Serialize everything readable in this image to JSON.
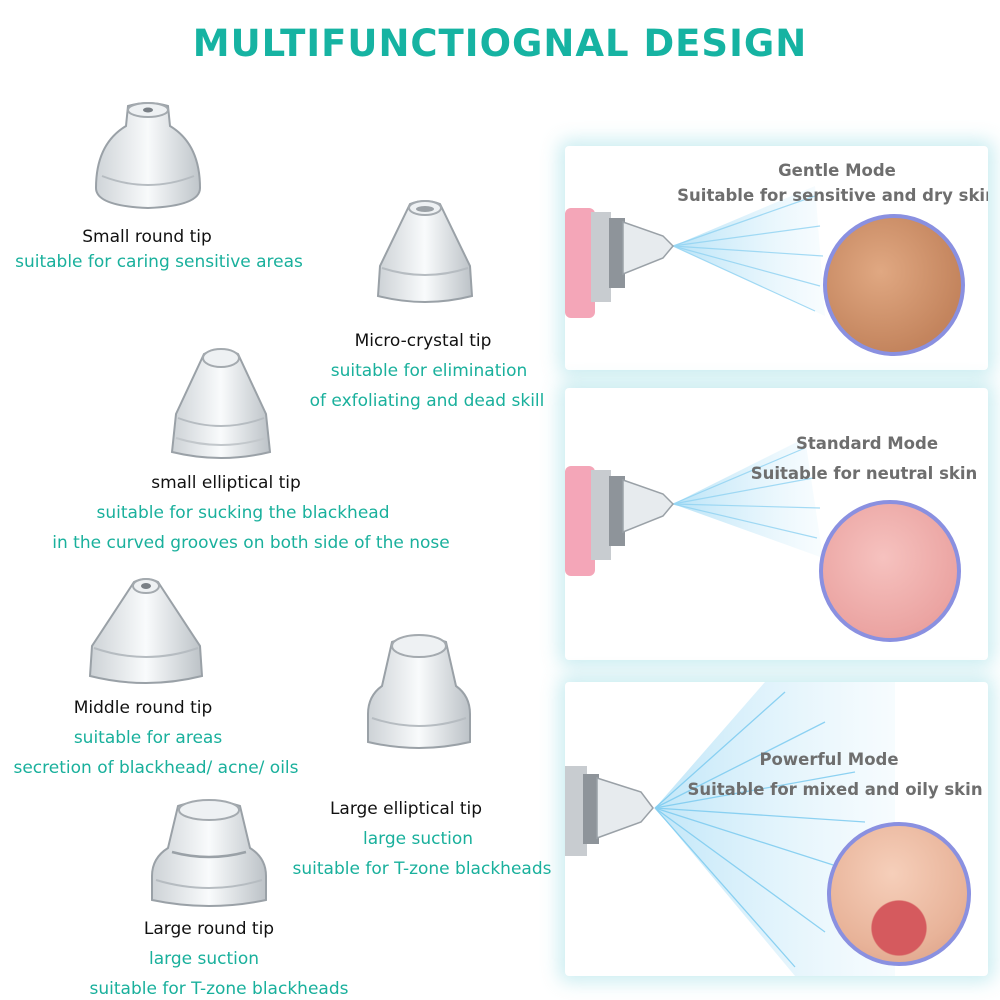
{
  "title": "MULTIFUNCTIOGNAL DESIGN",
  "tips": [
    {
      "name": "Small round tip",
      "desc": [
        "suitable for caring sensitive areas"
      ]
    },
    {
      "name": "Micro-crystal tip",
      "desc": [
        "suitable for elimination",
        "of exfoliating and dead skill"
      ]
    },
    {
      "name": "small elliptical tip",
      "desc": [
        "suitable for sucking the blackhead",
        "in the curved grooves on both side of the nose"
      ]
    },
    {
      "name": "Middle round tip",
      "desc": [
        "suitable for areas",
        "secretion of blackhead/ acne/ oils"
      ]
    },
    {
      "name": "Large elliptical tip",
      "desc": [
        "large suction",
        "suitable for T-zone blackheads"
      ]
    },
    {
      "name": "Large round tip",
      "desc": [
        "large suction",
        "suitable for T-zone blackheads"
      ]
    }
  ],
  "modes": [
    {
      "name": "Gentle Mode",
      "desc": "Suitable for sensitive and dry skin",
      "skin": "dry-skin"
    },
    {
      "name": "Standard Mode",
      "desc": "Suitable for neutral skin",
      "skin": "neutral-skin"
    },
    {
      "name": "Powerful Mode",
      "desc": "Suitable for mixed and oily skin",
      "skin": "face-closeup"
    }
  ],
  "colors": {
    "accent": "#16b3a2",
    "circle_border": "#8a90e0",
    "device_pink": "#f4a6b8"
  }
}
